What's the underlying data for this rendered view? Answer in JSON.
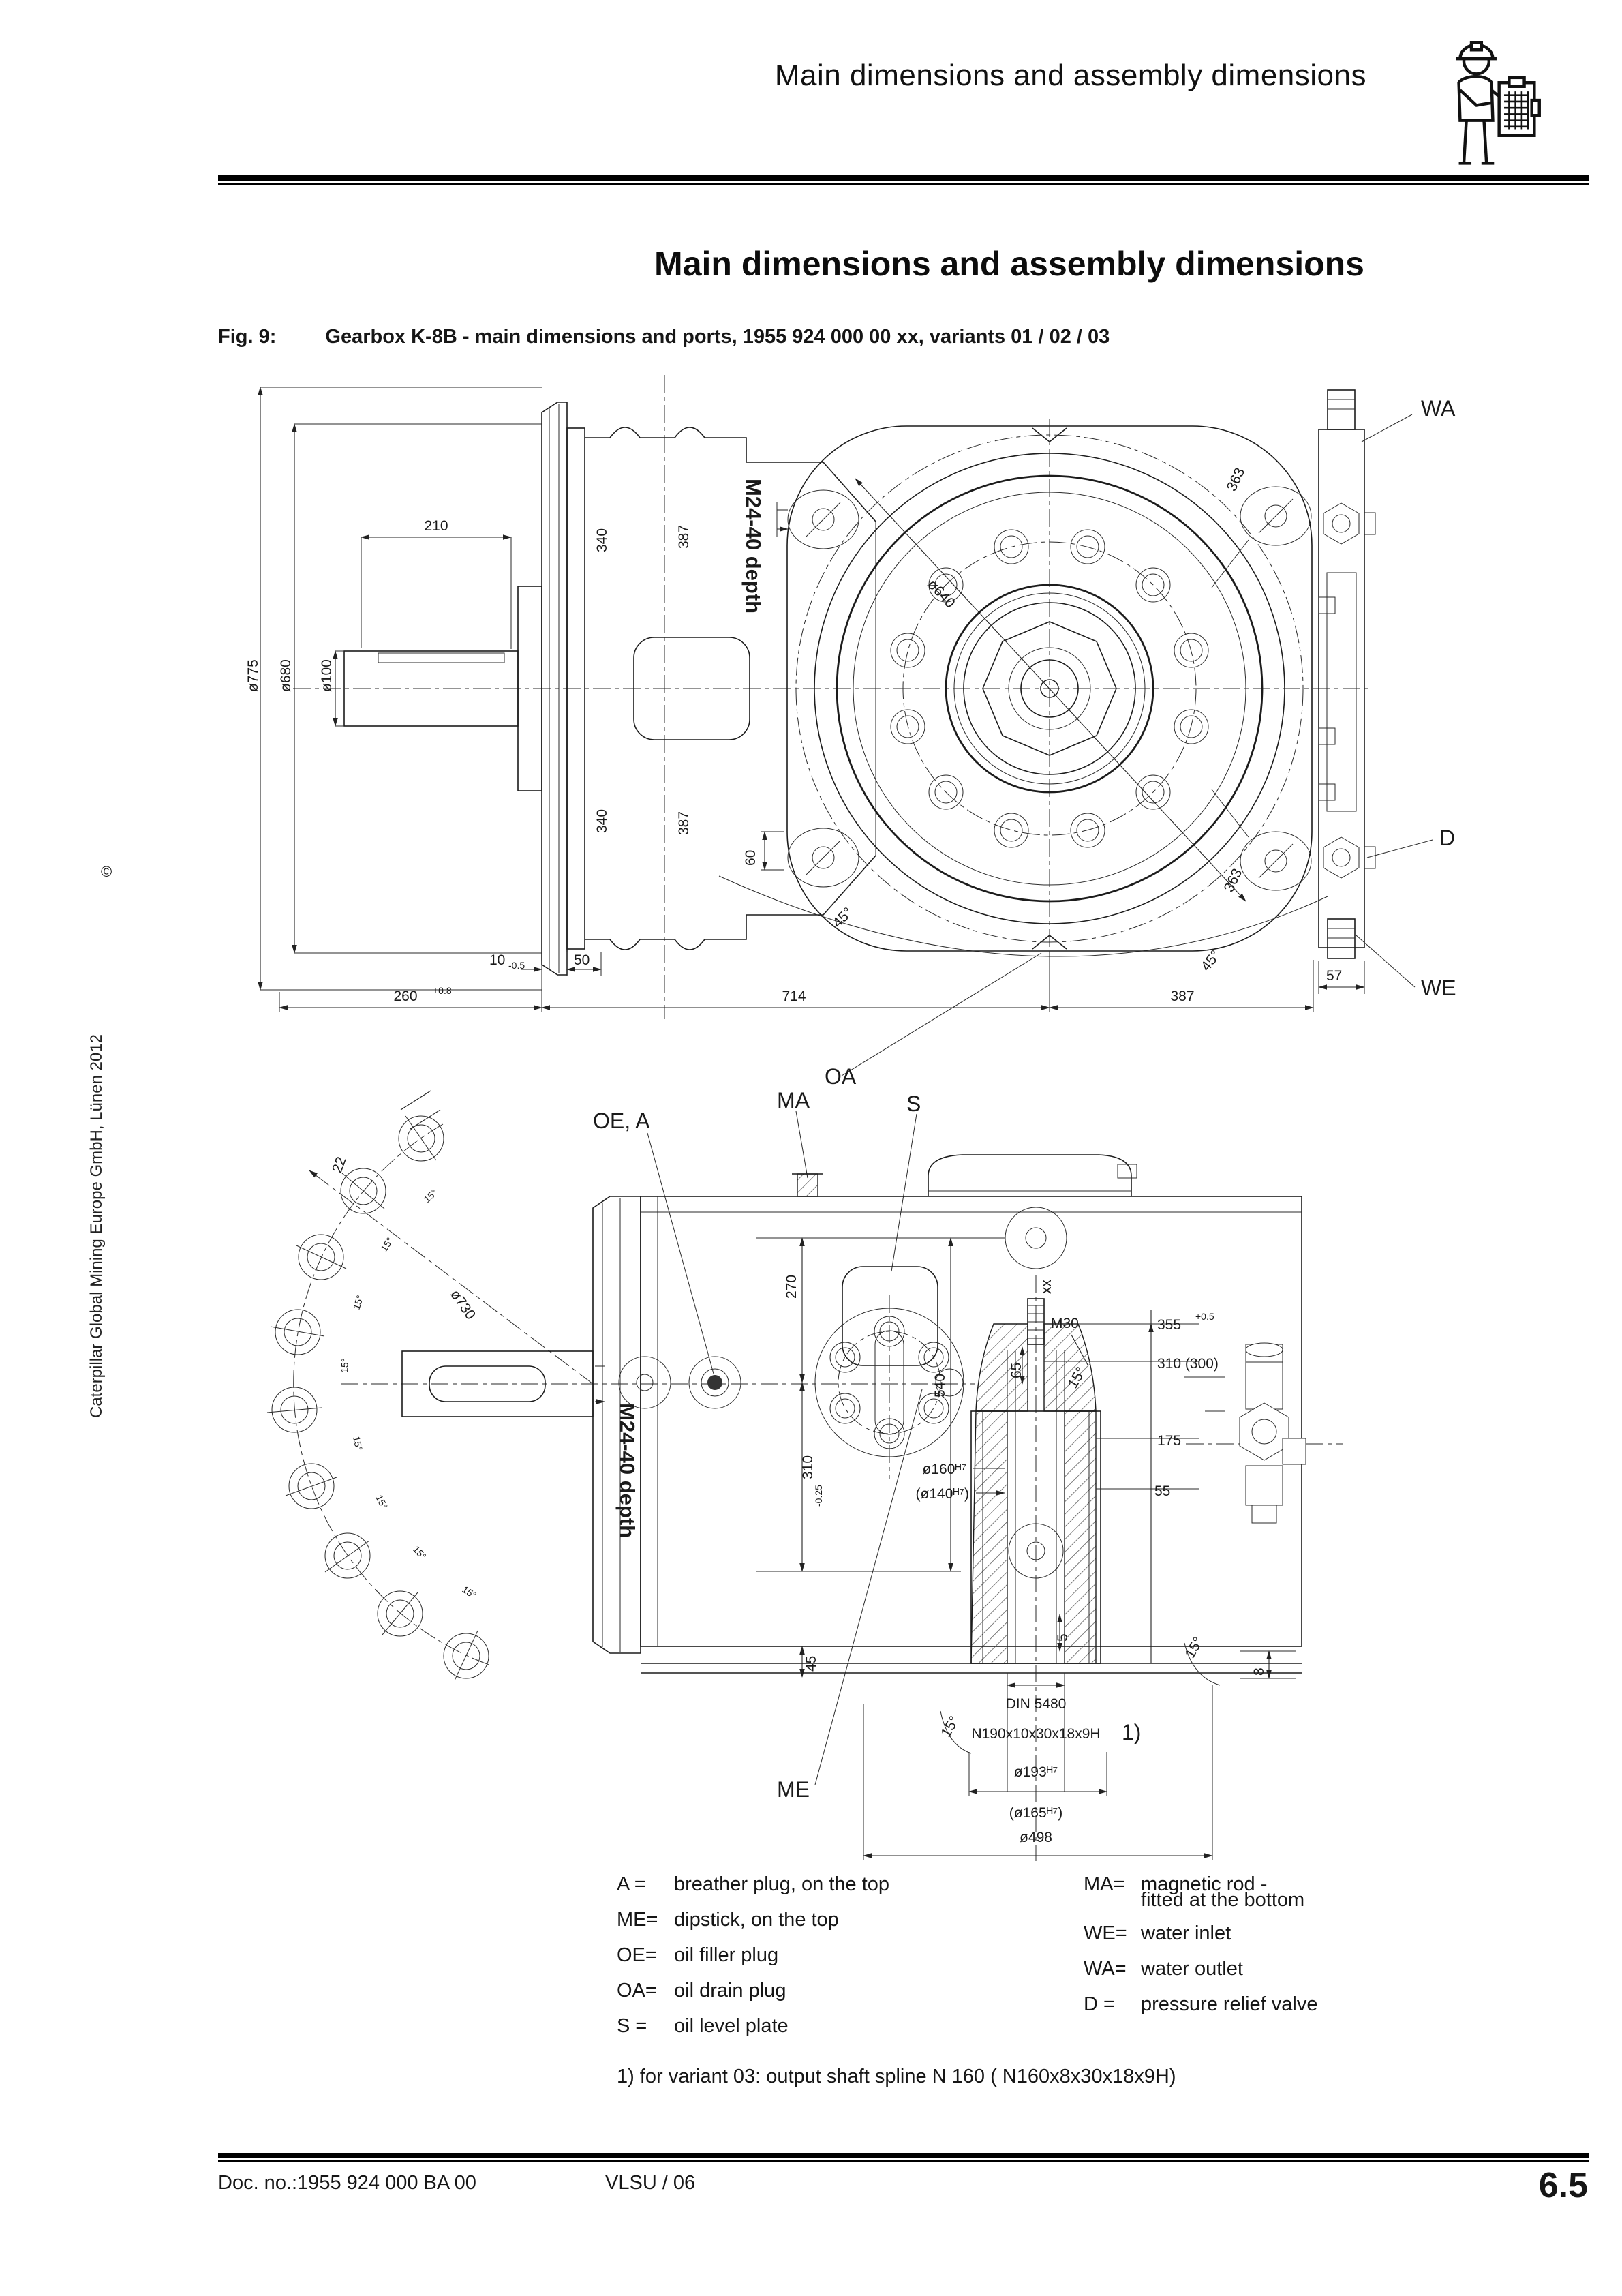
{
  "header": {
    "title": "Main dimensions and assembly dimensions"
  },
  "page_title": "Main dimensions and assembly dimensions",
  "figure": {
    "label": "Fig. 9:",
    "caption": "Gearbox K-8B - main dimensions and ports, 1955 924 000 00 xx, variants 01 / 02 / 03"
  },
  "sidebar": {
    "copyright": "©",
    "text": "Caterpillar Global Mining Europe GmbH, Lünen 2012"
  },
  "ports": {
    "wa": "WA",
    "d": "D",
    "we": "WE",
    "oea": "OE, A",
    "ma": "MA",
    "oa": "OA",
    "s": "S",
    "me": "ME"
  },
  "dims": {
    "d775": "ø775",
    "d680": "ø680",
    "d100": "ø100",
    "l210": "210",
    "l340": "340",
    "l387": "387",
    "m24": "M24-40 depth",
    "d640": "ø640",
    "l363": "363",
    "l60": "60",
    "l57": "57",
    "l260": "260",
    "t260": "+0.8",
    "l714": "714",
    "l10": "10",
    "t10": "-0.5",
    "l50": "50",
    "a45": "45°",
    "a15": "15°",
    "l22": "22",
    "d730": "ø730",
    "l270": "270",
    "l540": "540",
    "l310": "310",
    "t310": "-0.25",
    "l45": "45",
    "xx": "xx",
    "m30": "M30",
    "l65": "65",
    "l355": "355",
    "t355": "+0.5",
    "l310_300": "310 (300)",
    "d160": "ø160ᴴ⁷",
    "d140": "(ø140ᴴ⁷)",
    "l175": "175",
    "l55": "55",
    "l5": "5",
    "l8": "8",
    "din": "DIN 5480",
    "n190": "N190x10x30x18x9H",
    "fn1": "1)",
    "d193": "ø193ᴴ⁷",
    "d165": "(ø165ᴴ⁷)",
    "d498": "ø498"
  },
  "legend": {
    "left": [
      {
        "key": "A =",
        "text": "breather plug, on the top"
      },
      {
        "key": "ME=",
        "text": "dipstick, on the top"
      },
      {
        "key": "OE=",
        "text": "oil filler plug"
      },
      {
        "key": "OA=",
        "text": "oil drain plug"
      },
      {
        "key": "S =",
        "text": "oil level plate"
      }
    ],
    "right": [
      {
        "key": "MA=",
        "text": "magnetic rod -",
        "text2": "fitted at the bottom"
      },
      {
        "key": "WE=",
        "text": "water  inlet"
      },
      {
        "key": "WA=",
        "text": "water outlet"
      },
      {
        "key": "D =",
        "text": "pressure relief valve"
      }
    ]
  },
  "footnote": "1) for variant 03: output shaft spline N 160 ( N160x8x30x18x9H)",
  "footer": {
    "doc_no": "Doc. no.:1955 924 000 BA 00",
    "code": "VLSU / 06",
    "page": "6.5"
  }
}
